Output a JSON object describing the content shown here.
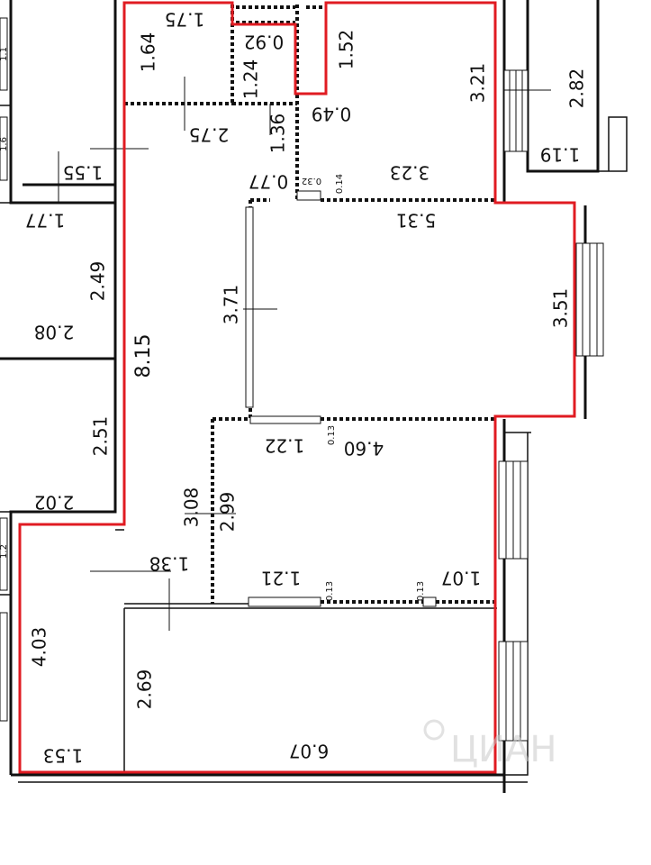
{
  "boundary_color": "#e01b22",
  "watermark": "ЦИАН",
  "dimensions": {
    "d_1_75": "1.75",
    "d_0_92": "0.92",
    "d_1_64": "1.64",
    "d_1_24": "1.24",
    "d_1_52": "1.52",
    "d_3_21": "3.21",
    "d_2_82": "2.82",
    "d_1_19": "1.19",
    "d_2_75": "2.75",
    "d_1_36": "1.36",
    "d_0_49": "0.49",
    "d_1_55": "1.55",
    "d_0_77": "0.77",
    "d_0_32": "0.32",
    "d_0_14": "0.14",
    "d_3_23": "3.23",
    "d_1_77": "1.77",
    "d_5_31": "5.31",
    "d_2_49": "2.49",
    "d_3_71": "3.71",
    "d_3_51": "3.51",
    "d_2_08": "2.08",
    "d_8_15": "8.15",
    "d_0_13_a": "0.13",
    "d_1_22": "1.22",
    "d_4_60": "4.60",
    "d_2_51": "2.51",
    "d_3_08": "3.08",
    "d_2_99": "2.99",
    "d_2_02": "2.02",
    "d_1_38": "1.38",
    "d_1_21": "1.21",
    "d_0_13_b": "0.13",
    "d_0_13_c": "0.13",
    "d_1_07": "1.07",
    "d_4_03": "4.03",
    "d_2_69": "2.69",
    "d_1_53": "1.53",
    "d_6_07": "6.07",
    "edge_1": "1.1",
    "edge_2": "1.6",
    "edge_3": "1.2"
  }
}
